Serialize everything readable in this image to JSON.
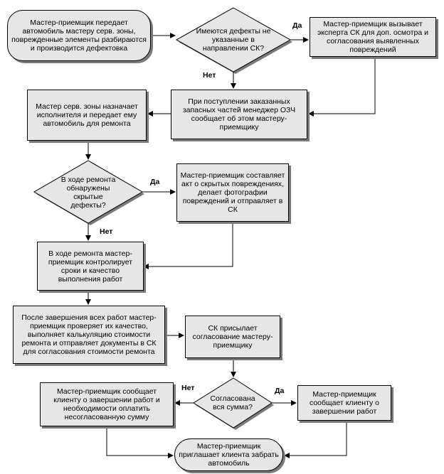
{
  "nodes": {
    "n1": "Мастер-приемщик передает автомобиль мастеру серв. зоны, поврежденные элементы разбираются и производится дефектовка",
    "d1": "Имеются дефекты не указанные в направлении СК?",
    "n2": "Мастер-приемщик вызывает эксперта СК для доп. осмотра и согласования выявленных повреждений",
    "n3": "При поступлении заказанных запасных частей менеджер ОЗЧ сообщает об этом мастеру-приемщику",
    "n4": "Мастер серв. зоны назначает исполнителя и передает ему автомобиль для ремонта",
    "d2": "В ходе ремонта обнаружены скрытые дефекты?",
    "n5": "Мастер-приемщик составляет акт о скрытых повреждениях, делает фотографии повреждений и отправляет в СК",
    "n6": "В ходе ремонта мастер-приемщик контролирует сроки и качество выполнения работ",
    "n7": "После завершения всех работ мастер-приемщик проверяет их качество, выполняет калькуляцию стоимости ремонта и отправляет документы в СК для согласования стоимости ремонта",
    "n8": "СК присылает согласование мастеру-приемщику",
    "d3": "Согласована вся сумма?",
    "n9": "Мастер-приемщик сообщает клиенту о завершении работ и необходимости оплатить несогласованную сумму",
    "n10": "Мастер-приемщик сообщает клиенту о завершении работ",
    "n11": "Мастер-приемщик приглашает клиента забрать автомобиль"
  },
  "labels": {
    "yes": "Да",
    "no": "Нет"
  }
}
